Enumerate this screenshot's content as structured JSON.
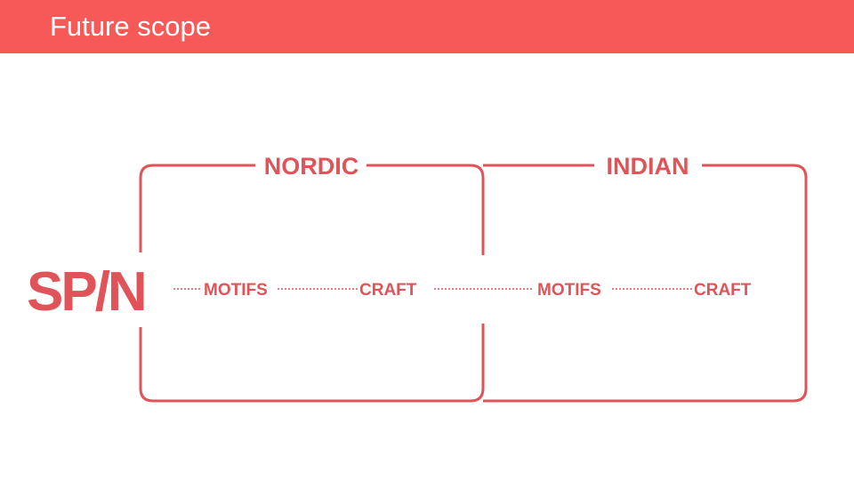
{
  "header": {
    "title": "Future scope",
    "background": "#f75959"
  },
  "diagram": {
    "accent": "#e05358",
    "logo": "SP/N",
    "groups": [
      {
        "label": "NORDIC"
      },
      {
        "label": "INDIAN"
      }
    ],
    "nodes": [
      {
        "label": "MOTIFS",
        "group": "NORDIC"
      },
      {
        "label": "CRAFT",
        "group": "NORDIC"
      },
      {
        "label": "MOTIFS",
        "group": "INDIAN"
      },
      {
        "label": "CRAFT",
        "group": "INDIAN"
      }
    ],
    "connector_style": "dotted"
  }
}
